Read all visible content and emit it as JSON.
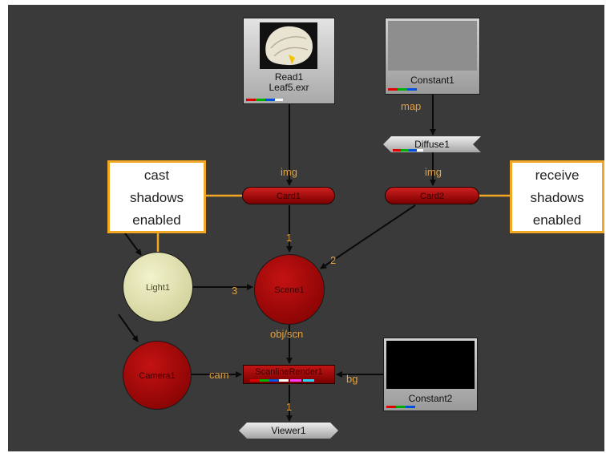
{
  "nodes": {
    "read": {
      "label": "Read1",
      "file": "Leaf5.exr"
    },
    "constant1": {
      "label": "Constant1"
    },
    "constant2": {
      "label": "Constant2"
    },
    "diffuse": {
      "label": "Diffuse1"
    },
    "card1": {
      "label": "Card1"
    },
    "card2": {
      "label": "Card2"
    },
    "light": {
      "label": "Light1"
    },
    "scene": {
      "label": "Scene1"
    },
    "camera": {
      "label": "Camera1"
    },
    "render": {
      "label": "ScanlineRender1"
    },
    "viewer": {
      "label": "Viewer1"
    }
  },
  "edges": {
    "img1": "img",
    "map": "map",
    "img2": "img",
    "input1": "1",
    "input2": "2",
    "input3": "3",
    "objscn": "obj/scn",
    "cam": "cam",
    "bg": "bg",
    "viewer_in": "1"
  },
  "callouts": {
    "cast": {
      "line1": "cast",
      "line2": "shadows",
      "line3": "enabled"
    },
    "receive": {
      "line1": "receive",
      "line2": "shadows",
      "line3": "enabled"
    }
  },
  "colors": {
    "graph_background": "#3a3a3a",
    "edge_label": "#e3a13c",
    "callout_border": "#f2a822",
    "node_red": "#a00000",
    "light_node": "#dcdca8"
  },
  "icons": [
    "leaf-thumbnail",
    "channel-indicator"
  ]
}
